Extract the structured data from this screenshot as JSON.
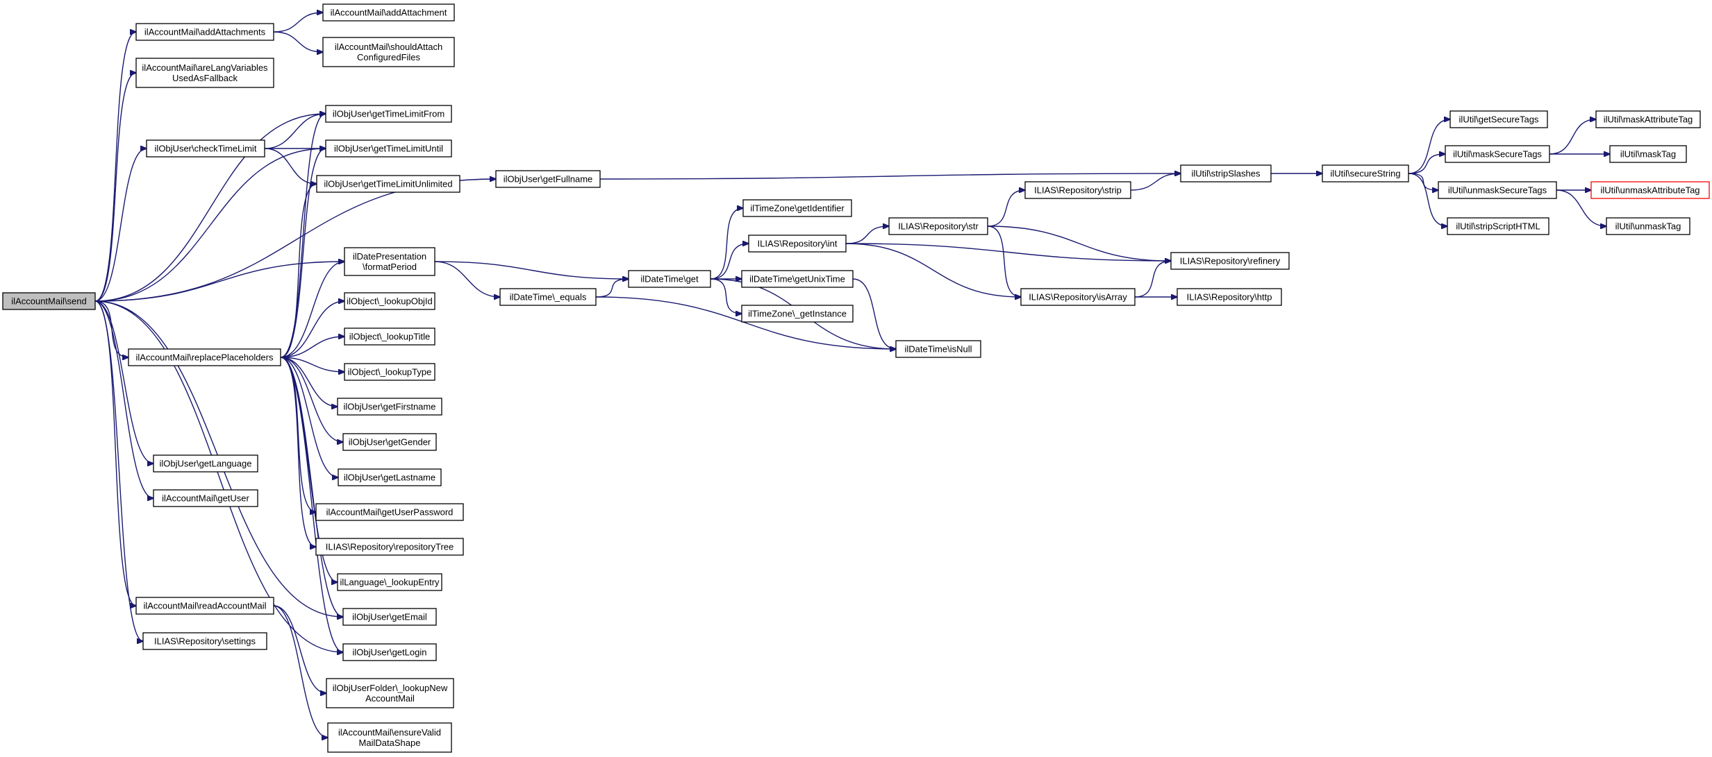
{
  "colors": {
    "edge": "#191970",
    "root_fill": "#bfbfbf",
    "truncated_border": "#ff0000",
    "node_border": "#000000",
    "background": "#ffffff"
  },
  "graph": {
    "root": "send",
    "nodes": [
      {
        "id": "send",
        "lines": [
          "ilAccountMail\\send"
        ],
        "root": true
      },
      {
        "id": "addAttachments",
        "lines": [
          "ilAccountMail\\addAttachments"
        ]
      },
      {
        "id": "addAttachment",
        "lines": [
          "ilAccountMail\\addAttachment"
        ]
      },
      {
        "id": "shouldAttach",
        "lines": [
          "ilAccountMail\\shouldAttach",
          "ConfiguredFiles"
        ]
      },
      {
        "id": "areLang",
        "lines": [
          "ilAccountMail\\areLangVariables",
          "UsedAsFallback"
        ]
      },
      {
        "id": "getTimeLimitFrom",
        "lines": [
          "ilObjUser\\getTimeLimitFrom"
        ]
      },
      {
        "id": "checkTimeLimit",
        "lines": [
          "ilObjUser\\checkTimeLimit"
        ]
      },
      {
        "id": "getTimeLimitUntil",
        "lines": [
          "ilObjUser\\getTimeLimitUntil"
        ]
      },
      {
        "id": "getTimeLimitUnlimited",
        "lines": [
          "ilObjUser\\getTimeLimitUnlimited"
        ]
      },
      {
        "id": "getFullname",
        "lines": [
          "ilObjUser\\getFullname"
        ]
      },
      {
        "id": "formatPeriod",
        "lines": [
          "ilDatePresentation",
          "\\formatPeriod"
        ]
      },
      {
        "id": "dtEquals",
        "lines": [
          "ilDateTime\\_equals"
        ]
      },
      {
        "id": "dtGet",
        "lines": [
          "ilDateTime\\get"
        ]
      },
      {
        "id": "tzGetIdentifier",
        "lines": [
          "ilTimeZone\\getIdentifier"
        ]
      },
      {
        "id": "repoInt",
        "lines": [
          "ILIAS\\Repository\\int"
        ]
      },
      {
        "id": "dtGetUnixTime",
        "lines": [
          "ilDateTime\\getUnixTime"
        ]
      },
      {
        "id": "tzGetInstance",
        "lines": [
          "ilTimeZone\\_getInstance"
        ]
      },
      {
        "id": "dtIsNull",
        "lines": [
          "ilDateTime\\isNull"
        ]
      },
      {
        "id": "repoStr",
        "lines": [
          "ILIAS\\Repository\\str"
        ]
      },
      {
        "id": "repoStrip",
        "lines": [
          "ILIAS\\Repository\\strip"
        ]
      },
      {
        "id": "repoIsArray",
        "lines": [
          "ILIAS\\Repository\\isArray"
        ]
      },
      {
        "id": "repoRefinery",
        "lines": [
          "ILIAS\\Repository\\refinery"
        ]
      },
      {
        "id": "repoHttp",
        "lines": [
          "ILIAS\\Repository\\http"
        ]
      },
      {
        "id": "stripSlashes",
        "lines": [
          "ilUtil\\stripSlashes"
        ]
      },
      {
        "id": "secureString",
        "lines": [
          "ilUtil\\secureString"
        ]
      },
      {
        "id": "getSecureTags",
        "lines": [
          "ilUtil\\getSecureTags"
        ]
      },
      {
        "id": "maskSecureTags",
        "lines": [
          "ilUtil\\maskSecureTags"
        ]
      },
      {
        "id": "unmaskSecureTags",
        "lines": [
          "ilUtil\\unmaskSecureTags"
        ]
      },
      {
        "id": "stripScriptHTML",
        "lines": [
          "ilUtil\\stripScriptHTML"
        ]
      },
      {
        "id": "maskAttributeTag",
        "lines": [
          "ilUtil\\maskAttributeTag"
        ]
      },
      {
        "id": "maskTag",
        "lines": [
          "ilUtil\\maskTag"
        ]
      },
      {
        "id": "unmaskAttributeTag",
        "lines": [
          "ilUtil\\unmaskAttributeTag"
        ],
        "truncated": true
      },
      {
        "id": "unmaskTag",
        "lines": [
          "ilUtil\\unmaskTag"
        ]
      },
      {
        "id": "lookupObjId",
        "lines": [
          "ilObject\\_lookupObjId"
        ]
      },
      {
        "id": "lookupTitle",
        "lines": [
          "ilObject\\_lookupTitle"
        ]
      },
      {
        "id": "lookupType",
        "lines": [
          "ilObject\\_lookupType"
        ]
      },
      {
        "id": "replacePlaceholders",
        "lines": [
          "ilAccountMail\\replacePlaceholders"
        ]
      },
      {
        "id": "getFirstname",
        "lines": [
          "ilObjUser\\getFirstname"
        ]
      },
      {
        "id": "getGender",
        "lines": [
          "ilObjUser\\getGender"
        ]
      },
      {
        "id": "getLastname",
        "lines": [
          "ilObjUser\\getLastname"
        ]
      },
      {
        "id": "getUserPassword",
        "lines": [
          "ilAccountMail\\getUserPassword"
        ]
      },
      {
        "id": "repositoryTree",
        "lines": [
          "ILIAS\\Repository\\repositoryTree"
        ]
      },
      {
        "id": "lookupEntry",
        "lines": [
          "ilLanguage\\_lookupEntry"
        ]
      },
      {
        "id": "getLanguage",
        "lines": [
          "ilObjUser\\getLanguage"
        ]
      },
      {
        "id": "getUser",
        "lines": [
          "ilAccountMail\\getUser"
        ]
      },
      {
        "id": "getEmail",
        "lines": [
          "ilObjUser\\getEmail"
        ]
      },
      {
        "id": "readAccountMail",
        "lines": [
          "ilAccountMail\\readAccountMail"
        ]
      },
      {
        "id": "getLogin",
        "lines": [
          "ilObjUser\\getLogin"
        ]
      },
      {
        "id": "repoSettings",
        "lines": [
          "ILIAS\\Repository\\settings"
        ]
      },
      {
        "id": "lookupNewAccountMail",
        "lines": [
          "ilObjUserFolder\\_lookupNew",
          "AccountMail"
        ]
      },
      {
        "id": "ensureValid",
        "lines": [
          "ilAccountMail\\ensureValid",
          "MailDataShape"
        ]
      }
    ],
    "edges": [
      [
        "send",
        "addAttachments"
      ],
      [
        "send",
        "areLang"
      ],
      [
        "send",
        "getTimeLimitFrom"
      ],
      [
        "send",
        "checkTimeLimit"
      ],
      [
        "send",
        "getTimeLimitUntil"
      ],
      [
        "send",
        "getFullname"
      ],
      [
        "send",
        "formatPeriod"
      ],
      [
        "send",
        "replacePlaceholders"
      ],
      [
        "send",
        "getLanguage"
      ],
      [
        "send",
        "getUser"
      ],
      [
        "send",
        "getEmail"
      ],
      [
        "send",
        "readAccountMail"
      ],
      [
        "send",
        "getLogin"
      ],
      [
        "send",
        "repoSettings"
      ],
      [
        "addAttachments",
        "addAttachment"
      ],
      [
        "addAttachments",
        "shouldAttach"
      ],
      [
        "checkTimeLimit",
        "getTimeLimitFrom"
      ],
      [
        "checkTimeLimit",
        "getTimeLimitUntil"
      ],
      [
        "checkTimeLimit",
        "getTimeLimitUnlimited"
      ],
      [
        "getFullname",
        "stripSlashes"
      ],
      [
        "formatPeriod",
        "dtGet"
      ],
      [
        "formatPeriod",
        "dtEquals"
      ],
      [
        "dtEquals",
        "dtGet"
      ],
      [
        "dtEquals",
        "dtIsNull"
      ],
      [
        "dtGet",
        "tzGetIdentifier"
      ],
      [
        "dtGet",
        "repoInt"
      ],
      [
        "dtGet",
        "dtGetUnixTime"
      ],
      [
        "dtGet",
        "tzGetInstance"
      ],
      [
        "dtGet",
        "dtIsNull"
      ],
      [
        "dtGetUnixTime",
        "dtIsNull"
      ],
      [
        "repoInt",
        "repoStr"
      ],
      [
        "repoInt",
        "repoRefinery"
      ],
      [
        "repoInt",
        "repoIsArray"
      ],
      [
        "repoStr",
        "repoStrip"
      ],
      [
        "repoStr",
        "repoRefinery"
      ],
      [
        "repoStr",
        "repoIsArray"
      ],
      [
        "repoStrip",
        "stripSlashes"
      ],
      [
        "repoIsArray",
        "repoRefinery"
      ],
      [
        "repoIsArray",
        "repoHttp"
      ],
      [
        "stripSlashes",
        "secureString"
      ],
      [
        "secureString",
        "getSecureTags"
      ],
      [
        "secureString",
        "maskSecureTags"
      ],
      [
        "secureString",
        "unmaskSecureTags"
      ],
      [
        "secureString",
        "stripScriptHTML"
      ],
      [
        "maskSecureTags",
        "maskAttributeTag"
      ],
      [
        "maskSecureTags",
        "maskTag"
      ],
      [
        "unmaskSecureTags",
        "unmaskAttributeTag"
      ],
      [
        "unmaskSecureTags",
        "unmaskTag"
      ],
      [
        "replacePlaceholders",
        "getTimeLimitFrom"
      ],
      [
        "replacePlaceholders",
        "getTimeLimitUntil"
      ],
      [
        "replacePlaceholders",
        "getTimeLimitUnlimited"
      ],
      [
        "replacePlaceholders",
        "formatPeriod"
      ],
      [
        "replacePlaceholders",
        "lookupObjId"
      ],
      [
        "replacePlaceholders",
        "lookupTitle"
      ],
      [
        "replacePlaceholders",
        "lookupType"
      ],
      [
        "replacePlaceholders",
        "getFirstname"
      ],
      [
        "replacePlaceholders",
        "getGender"
      ],
      [
        "replacePlaceholders",
        "getLastname"
      ],
      [
        "replacePlaceholders",
        "getUserPassword"
      ],
      [
        "replacePlaceholders",
        "repositoryTree"
      ],
      [
        "replacePlaceholders",
        "lookupEntry"
      ],
      [
        "replacePlaceholders",
        "getEmail"
      ],
      [
        "replacePlaceholders",
        "getLogin"
      ],
      [
        "readAccountMail",
        "lookupNewAccountMail"
      ],
      [
        "readAccountMail",
        "ensureValid"
      ]
    ]
  }
}
